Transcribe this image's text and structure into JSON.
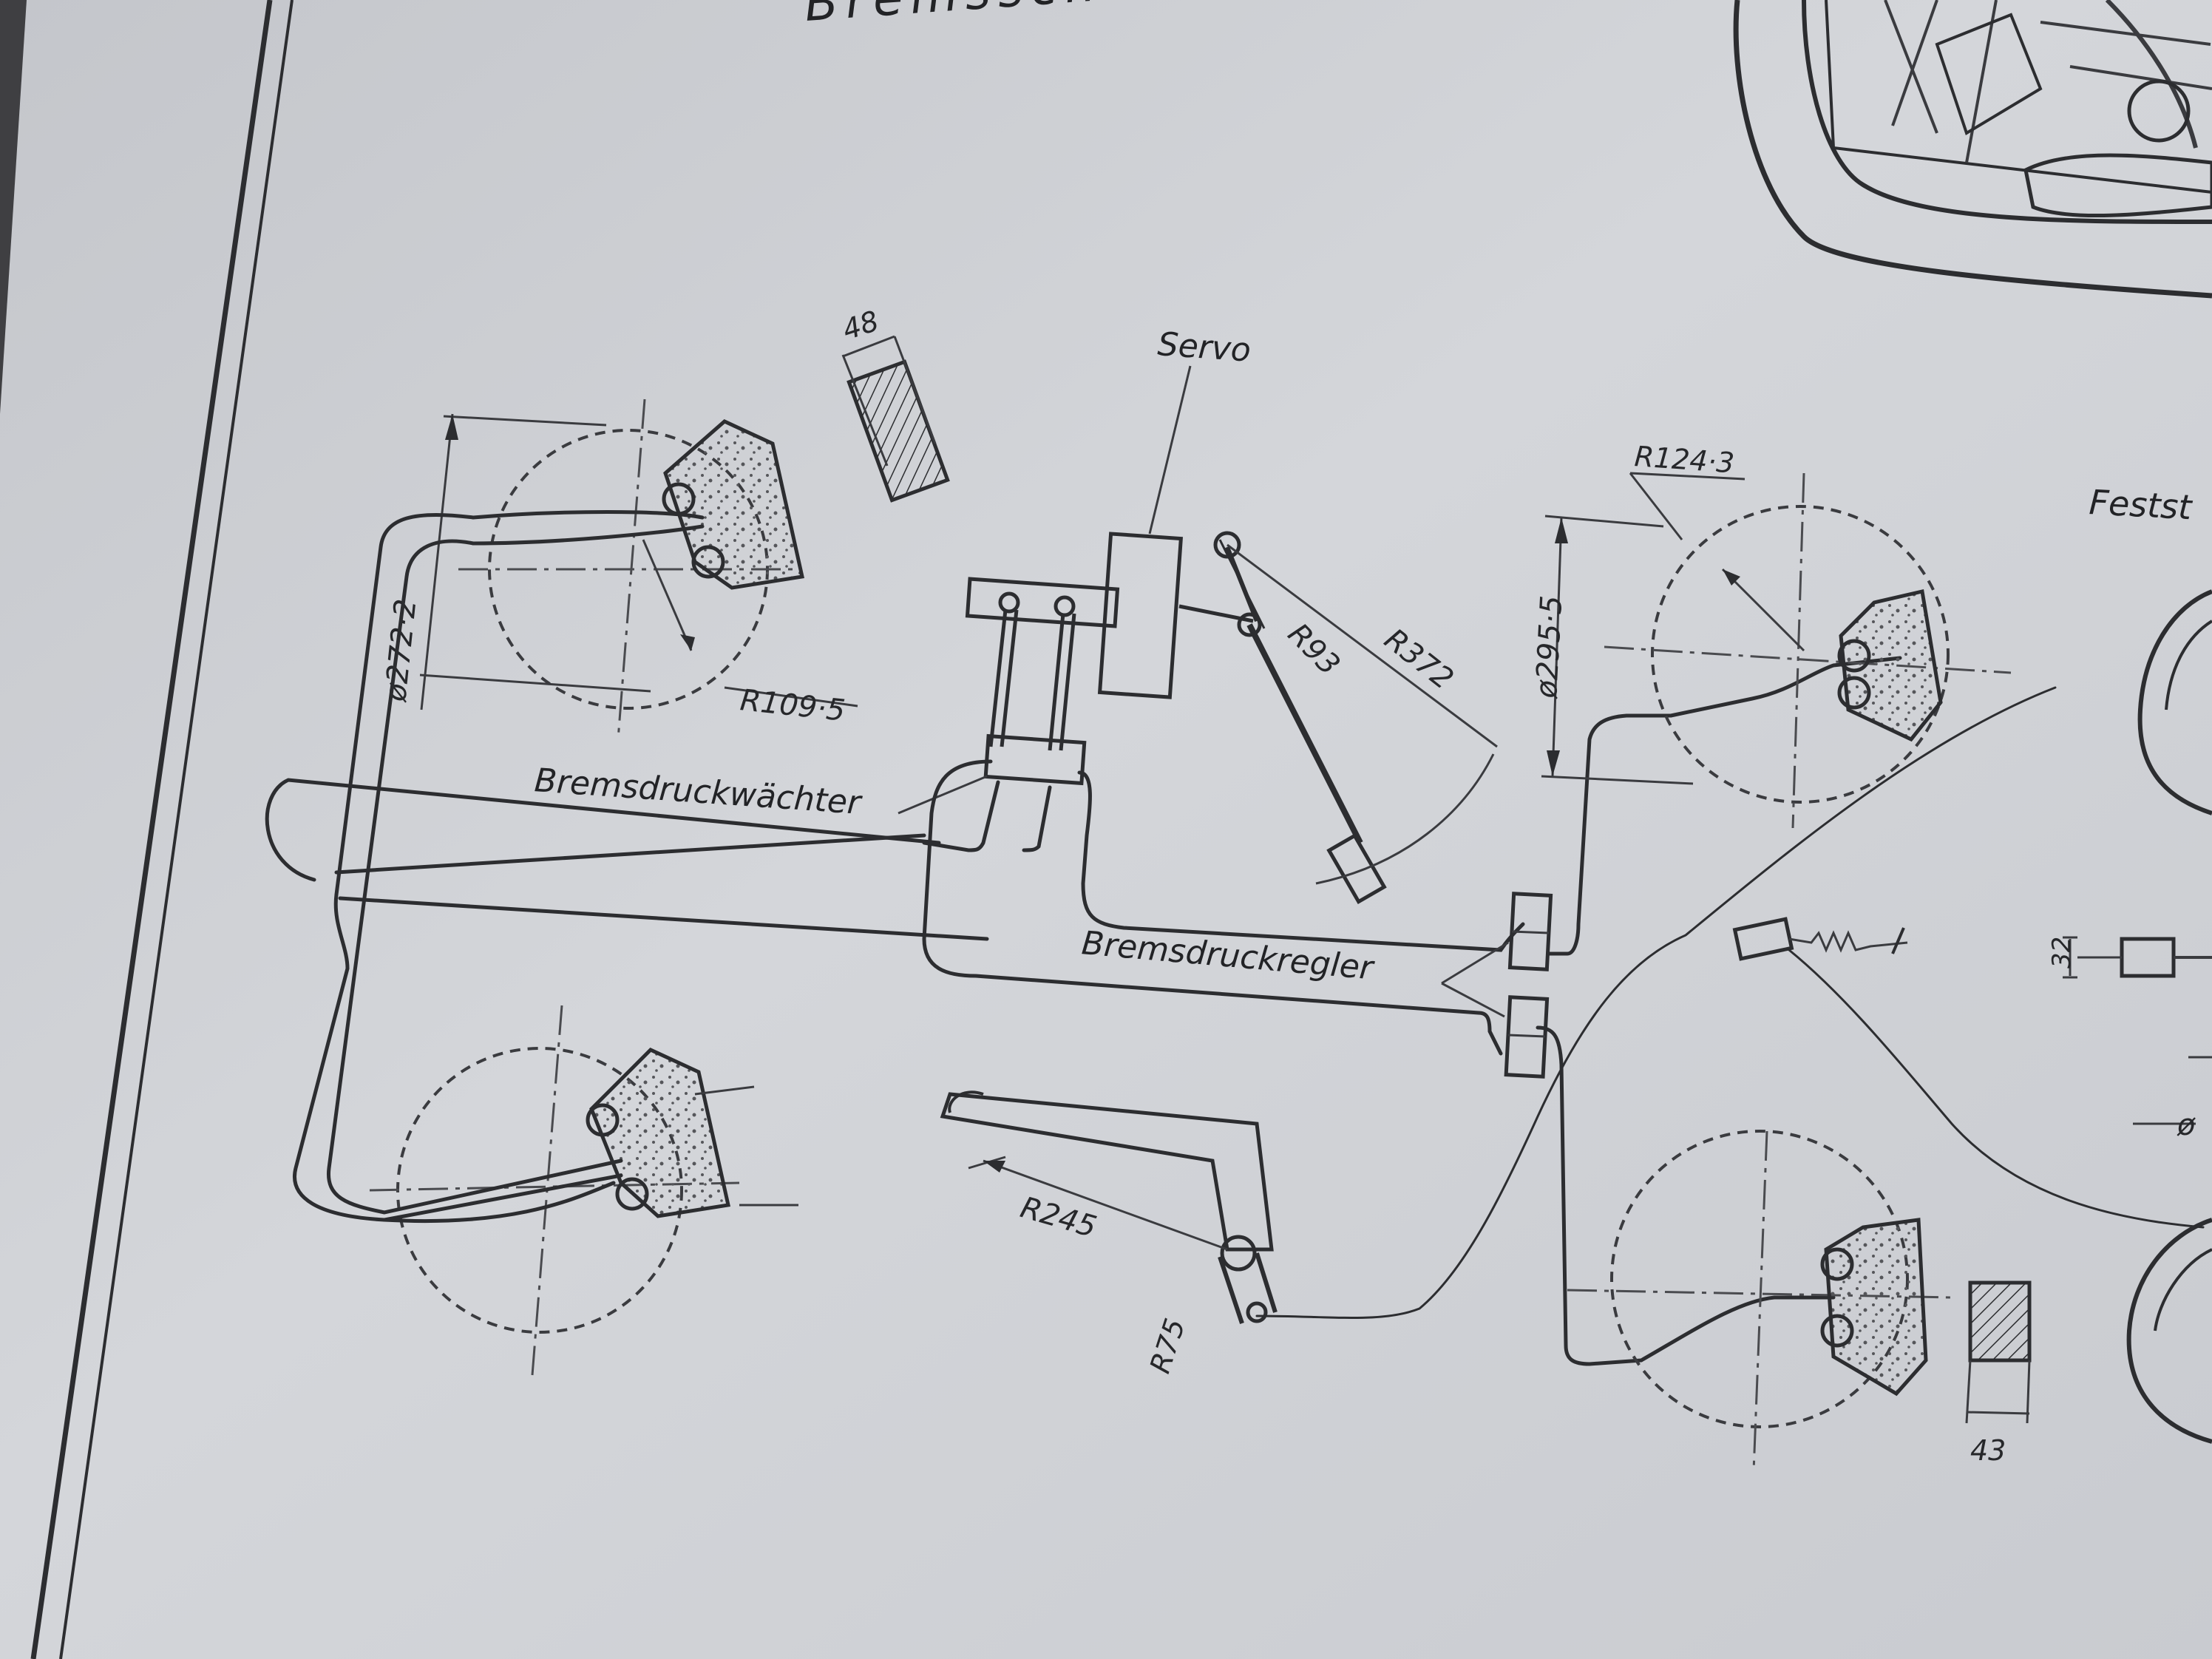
{
  "title_fragment": "Bremsschema :",
  "labels": {
    "servo": "Servo",
    "bremsdruckwaechter": "Bremsdruckwächter",
    "bremsdruckregler": "Bremsdruckregler",
    "feststell_fragment": "Festst"
  },
  "dimensions": {
    "pad_front_width": "48",
    "pad_rear_width": "43",
    "front_disc_diameter": "ø272·2",
    "front_disc_radius": "R109·5",
    "rear_disc_diameter": "ø295·5",
    "rear_disc_radius": "R124·3",
    "pedal_short_radius": "R93",
    "pedal_long_radius": "R372",
    "handbrake_radius": "R245",
    "handbrake_short_radius": "R75",
    "cable_part_height": "32",
    "diameter_mark": "ø"
  },
  "colors": {
    "paper": "#cfd1d6",
    "ink": "#2c2d30",
    "background": "#3a3a3c"
  }
}
